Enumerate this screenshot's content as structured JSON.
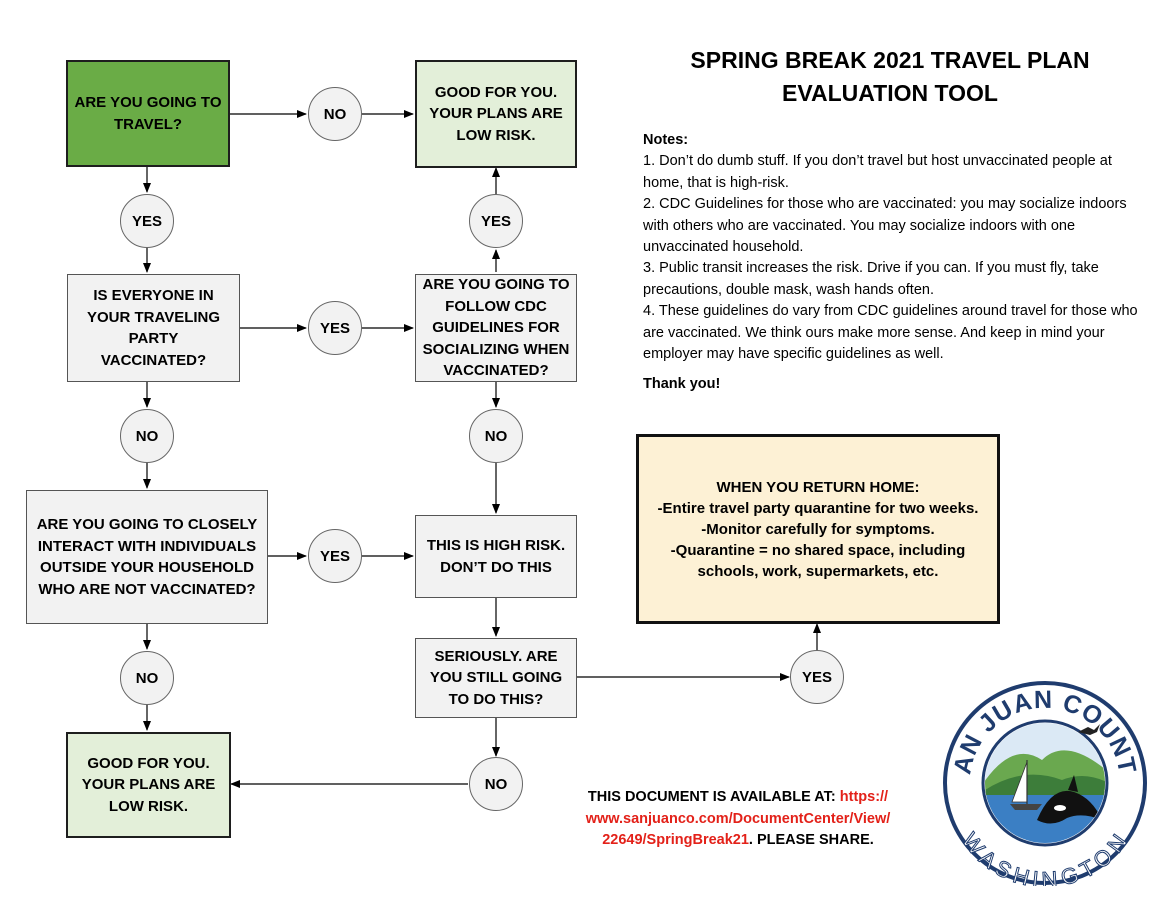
{
  "title": "SPRING BREAK 2021 TRAVEL PLAN\nEVALUATION TOOL",
  "notes": {
    "heading": "Notes:",
    "items": [
      "1. Don’t do dumb stuff. If you don’t travel but host unvaccinated people at home, that is high-risk.",
      "2. CDC Guidelines for those who are vaccinated: you may socialize indoors with others who are vaccinated. You may socialize indoors with one unvaccinated household.",
      "3. Public transit increases the risk. Drive if you can. If you must fly, take precautions, double mask, wash hands often.",
      "4. These guidelines do vary from CDC guidelines around travel for those who are vaccinated. We think ours make more sense. And keep in mind your employer may have specific guidelines as well."
    ],
    "thanks": "Thank you!"
  },
  "nodes": {
    "q_travel": "ARE YOU GOING TO\nTRAVEL?",
    "low_risk_top": "GOOD FOR YOU.\nYOUR PLANS ARE\nLOW RISK.",
    "q_vaccinated": "IS EVERYONE IN\nYOUR TRAVELING\nPARTY\nVACCINATED?",
    "q_cdc": "ARE YOU GOING TO\nFOLLOW CDC\nGUIDELINES FOR\nSOCIALIZING WHEN\nVACCINATED?",
    "q_interact": "ARE YOU GOING TO CLOSELY\nINTERACT WITH INDIVIDUALS\nOUTSIDE YOUR HOUSEHOLD\nWHO ARE NOT VACCINATED?",
    "high_risk": "THIS IS HIGH RISK.\nDON’T DO THIS",
    "q_seriously": "SERIOUSLY. ARE\nYOU STILL GOING\nTO DO THIS?",
    "low_risk_bottom": "GOOD FOR YOU.\nYOUR PLANS ARE\nLOW RISK.",
    "return_home": "WHEN YOU RETURN HOME:\n-Entire travel party quarantine for two weeks.\n-Monitor carefully for symptoms.\n-Quarantine = no shared space, including\nschools, work, supermarkets, etc."
  },
  "answers": {
    "travel_no": "NO",
    "travel_yes": "YES",
    "vacc_yes": "YES",
    "vacc_no": "NO",
    "cdc_yes": "YES",
    "cdc_no": "NO",
    "interact_yes": "YES",
    "interact_no": "NO",
    "seriously_yes": "YES",
    "seriously_no": "NO"
  },
  "share": {
    "prefix": "THIS DOCUMENT IS AVAILABLE AT: ",
    "url": "https://\nwww.sanjuanco.com/DocumentCenter/View/\n22649/SpringBreak21",
    "suffix": ". PLEASE SHARE."
  },
  "logo": {
    "top_text": "SAN JUAN COUNTY",
    "bottom_text": "WASHINGTON"
  }
}
